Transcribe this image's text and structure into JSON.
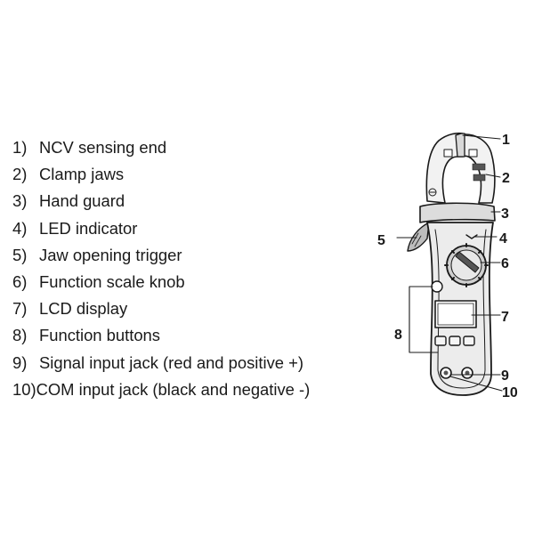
{
  "legend": {
    "items": [
      {
        "num": "1)",
        "label": "NCV sensing end"
      },
      {
        "num": "2)",
        "label": "Clamp jaws"
      },
      {
        "num": "3)",
        "label": "Hand guard"
      },
      {
        "num": "4)",
        "label": "LED indicator"
      },
      {
        "num": "5)",
        "label": "Jaw opening trigger"
      },
      {
        "num": "6)",
        "label": "Function scale knob"
      },
      {
        "num": "7)",
        "label": "LCD display"
      },
      {
        "num": "8)",
        "label": "Function buttons"
      },
      {
        "num": "9)",
        "label": "Signal input jack (red and positive +)"
      },
      {
        "num": "10)",
        "label": "COM input jack (black and negative -)"
      }
    ]
  },
  "callouts": {
    "c1": "1",
    "c2": "2",
    "c3": "3",
    "c4": "4",
    "c5": "5",
    "c6": "6",
    "c7": "7",
    "c8": "8",
    "c9": "9",
    "c10": "10"
  },
  "colors": {
    "ink": "#1a1a1a",
    "device_fill": "#e6e6e6",
    "device_dark": "#9a9a9a"
  }
}
